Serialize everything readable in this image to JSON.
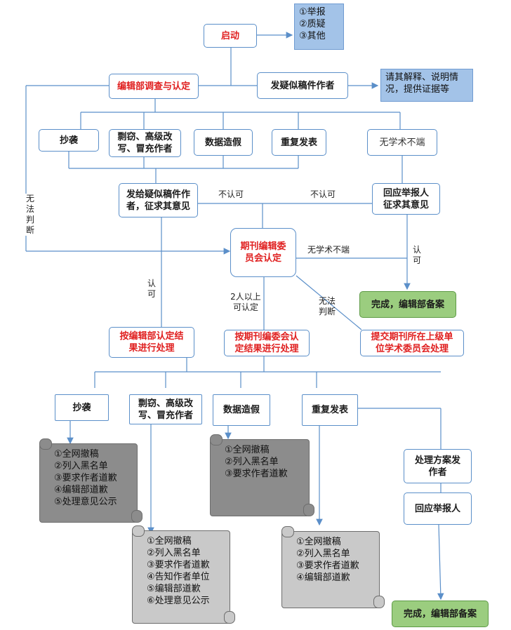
{
  "nodes": {
    "start": "启动",
    "investigate": "编辑部调查与认定",
    "send_author": "发疑似稿件作者",
    "plagiarism": "抄袭",
    "theft": "剽窃、高级改\n写、冒充作者",
    "fabrication": "数据造假",
    "duplicate": "重复发表",
    "no_misconduct": "无学术不端",
    "send_suspect": "发给疑似稿件作\n者，征求其意见",
    "reply_reporter": "回应举报人\n征求其意见",
    "committee": "期刊编辑委\n员会认定",
    "done1": "完成，编辑部备案",
    "by_editorial": "按编辑部认定结\n果进行处理",
    "by_committee": "按期刊编委会认\n定结果进行处理",
    "submit_upper": "提交期刊所在上级单\n位学术委员会处理",
    "plagiarism2": "抄袭",
    "theft2": "剽窃、高级改\n写、冒充作者",
    "fabrication2": "数据造假",
    "duplicate2": "重复发表",
    "send_plan": "处理方案发\n作者",
    "reply_reporter2": "回应举报人",
    "done2": "完成，编辑部备案"
  },
  "notes": {
    "report_types": "①举报\n②质疑\n③其他",
    "explain": "请其解释、说明情\n况，提供证据等"
  },
  "scrolls": {
    "plagiarism_actions": "①全网撤稿\n②列入黑名单\n③要求作者道歉\n④编辑部道歉\n⑤处理意见公示",
    "theft_actions": "①全网撤稿\n②列入黑名单\n③要求作者道歉\n④告知作者单位\n⑤编辑部道歉\n⑥处理意见公示",
    "fabrication_actions": "①全网撤稿\n②列入黑名单\n③要求作者道歉",
    "duplicate_actions": "①全网撤稿\n②列入黑名单\n③要求作者道歉\n④编辑部道歉"
  },
  "labels": {
    "cannot_judge_left": "无\n法\n判\n断",
    "disagree_1": "不认可",
    "disagree_2": "不认可",
    "no_misconduct_edge": "无学术不端",
    "agree_right": "认\n可",
    "agree_left": "认\n可",
    "two_people": "2人以上\n可认定",
    "cannot_judge_right": "无法\n判断"
  },
  "colors": {
    "line": "#5b8fc9",
    "red_text": "#e02020",
    "green_box": "#9bcd7f",
    "note_blue": "#a3c3e8"
  }
}
